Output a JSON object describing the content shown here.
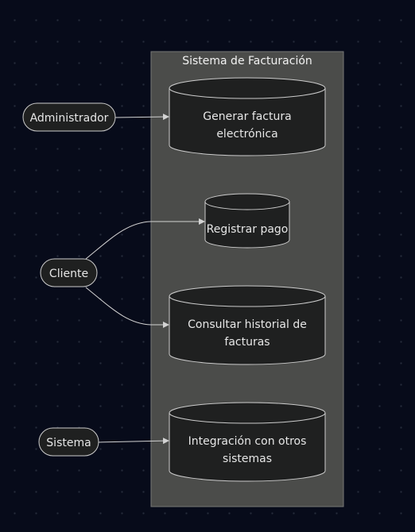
{
  "diagram": {
    "system": {
      "title": "Sistema de Facturación"
    },
    "actors": [
      {
        "id": "admin",
        "label": "Administrador"
      },
      {
        "id": "cliente",
        "label": "Cliente"
      },
      {
        "id": "sistema",
        "label": "Sistema"
      }
    ],
    "use_cases": [
      {
        "id": "uc1",
        "label_lines": [
          "Generar factura",
          "electrónica"
        ]
      },
      {
        "id": "uc2",
        "label_lines": [
          "Registrar pago"
        ]
      },
      {
        "id": "uc3",
        "label_lines": [
          "Consultar historial de",
          "facturas"
        ]
      },
      {
        "id": "uc4",
        "label_lines": [
          "Integración con otros",
          "sistemas"
        ]
      }
    ],
    "connections": [
      {
        "from": "admin",
        "to": "uc1"
      },
      {
        "from": "cliente",
        "to": "uc2"
      },
      {
        "from": "cliente",
        "to": "uc3"
      },
      {
        "from": "sistema",
        "to": "uc4"
      }
    ],
    "colors": {
      "background": "#070b1a",
      "system_fill": "#4b4c4a",
      "system_stroke": "#777777",
      "node_fill": "#1f2020",
      "node_stroke": "#cccccc",
      "edge": "#d3d3d3",
      "text": "#e6e6e6"
    }
  }
}
